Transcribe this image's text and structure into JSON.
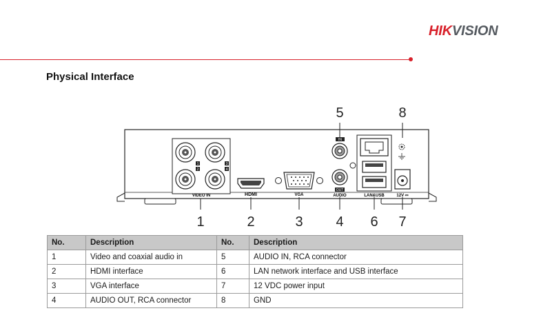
{
  "brand": {
    "part1": "HIK",
    "part2": "VISION"
  },
  "section_title": "Physical Interface",
  "diagram": {
    "callouts": [
      "1",
      "2",
      "3",
      "4",
      "5",
      "6",
      "7",
      "8"
    ],
    "panel_labels": {
      "video_in": "VIDEO IN",
      "hdmi": "HDMI",
      "vga": "VGA",
      "audio": "AUDIO",
      "audio_in": "IN",
      "audio_out": "OUT",
      "lan_usb": "LAN&USB",
      "power": "12V ⎓",
      "bnc_numbers": [
        "1",
        "2",
        "3",
        "4"
      ]
    }
  },
  "table": {
    "headers": [
      "No.",
      "Description",
      "No.",
      "Description"
    ],
    "rows": [
      [
        "1",
        "Video and coaxial audio in",
        "5",
        "AUDIO IN, RCA connector"
      ],
      [
        "2",
        "HDMI interface",
        "6",
        "LAN network interface and USB interface"
      ],
      [
        "3",
        "VGA interface",
        "7",
        "12 VDC power input"
      ],
      [
        "4",
        "AUDIO OUT, RCA connector",
        "8",
        "GND"
      ]
    ]
  }
}
